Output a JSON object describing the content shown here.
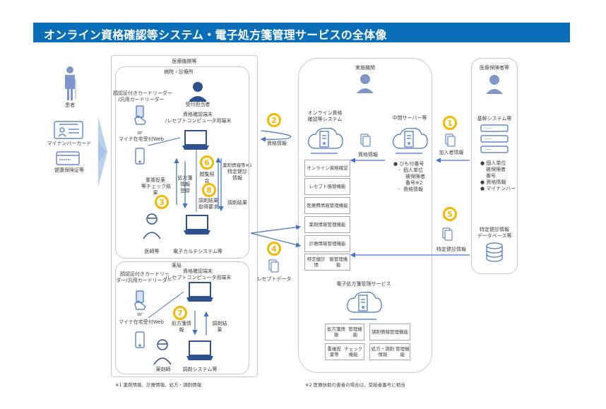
{
  "title": "オンライン資格確認等システム・電子処方箋管理サービスの全体像",
  "colors": {
    "title_bg": "#0a6fb8",
    "accent": "#4472c4",
    "badge": "#f5b800",
    "border": "#c8c8c8"
  },
  "patient": {
    "label": "患者",
    "mynumber_card": "マイナンバーカード",
    "insurance_card": "健康保険証等"
  },
  "medical_institution": {
    "label": "医療機関等",
    "hospital": {
      "label": "病院・診療所",
      "reception": "受付担当者",
      "card_reader": [
        "顔認証付きカードリーダー",
        "/汎用カードリーダー"
      ],
      "or": "or",
      "home_web": "マイナ在宅受付Web",
      "terminal": [
        "資格確認端末",
        "/レセプトコンピュータ用端末"
      ],
      "ehr": "電子カルテシステム等",
      "doctor": "医師等",
      "dup_check": [
        "重複投薬",
        "等チェック結",
        "果"
      ],
      "rx_register": [
        "処方箋",
        "情報",
        "登録"
      ],
      "consent": [
        "閲覧照",
        "会"
      ],
      "dispense_request": [
        "調剤結果",
        "取得要求"
      ],
      "drug_info": [
        "薬剤情報等※1",
        "特定健診",
        "情報"
      ],
      "dispense_result": "調剤結果"
    },
    "pharmacy": {
      "label": "薬局",
      "card_reader": [
        "顔認証付きカードリー",
        "ダー/汎用カードリーダー"
      ],
      "or": "or",
      "home_web": "マイナ在宅受付Web",
      "terminal": [
        "資格確認端末",
        "/レセプトコンピュータ用端末"
      ],
      "pharmacist": "薬剤師",
      "dispense_system": "調剤システム等",
      "rx_info": [
        "処方箋情",
        "報"
      ],
      "dispense_result": [
        "調剤結",
        "果"
      ]
    }
  },
  "flows": {
    "qualification_info": "資格情報",
    "receipt_data": "レセプトデータ",
    "subscriber_info": "加入者情報",
    "health_checkup_info": "特定健診情報"
  },
  "implementing_org": {
    "label": "実施機関",
    "online_system": [
      "オンライン資格",
      "確認等システム"
    ],
    "intermediate_server": "中間サーバー等",
    "qualification_info": "資格情報",
    "linked_numbers": {
      "bullet": "ひも付番号",
      "sub": [
        "個人単位",
        "被保険者",
        "番号※2"
      ],
      "sub2": "資格情報"
    },
    "functions": [
      [
        "オンライン資格",
        "確認"
      ],
      [
        "レセプト振替",
        "機能"
      ],
      [
        "医療費情報",
        "管理機能"
      ],
      [
        "薬剤情報",
        "管理機能"
      ],
      [
        "診療情報",
        "管理機能"
      ],
      [
        "特定健診情",
        "報管理機能"
      ]
    ],
    "eprescription": {
      "label": "電子処方箋管理サービス",
      "functions": [
        [
          "処方箋情報",
          "管理機能"
        ],
        [
          "調剤情報",
          "管理機能"
        ],
        [
          "重複投薬等",
          "チェック機能"
        ],
        [
          "処方・調剤情報",
          "管理機能"
        ]
      ]
    }
  },
  "insurer": {
    "label": "医療保険者等",
    "core_system": "基幹システム等",
    "server_rows": [
      "-----",
      "-----",
      "-----"
    ],
    "bullets": [
      [
        "個人単位",
        "被保険者",
        "番号"
      ],
      [
        "資格情報"
      ],
      [
        "マイナンバー"
      ]
    ],
    "checkup_db": [
      "特定健診情報",
      "データベース等"
    ]
  },
  "badges": [
    "1",
    "2",
    "3",
    "4",
    "5",
    "6",
    "7",
    "8"
  ],
  "footnotes": {
    "note1": "※1 薬剤情報、診療情報、処方・調剤情報",
    "note2": "※2 医療扶助の患者の場合は、受給者番号に相当"
  }
}
